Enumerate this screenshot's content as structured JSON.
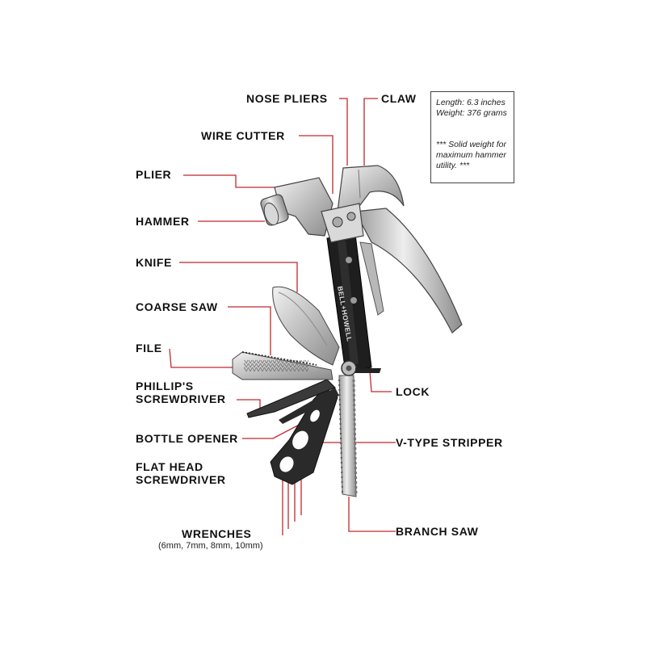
{
  "labels": {
    "nose_pliers": "NOSE PLIERS",
    "claw": "CLAW",
    "wire_cutter": "WIRE CUTTER",
    "plier": "PLIER",
    "hammer": "HAMMER",
    "knife": "KNIFE",
    "coarse_saw": "COARSE SAW",
    "file": "FILE",
    "phillips_line1": "PHILLIP'S",
    "phillips_line2": "SCREWDRIVER",
    "bottle_opener": "BOTTLE OPENER",
    "flat_head_line1": "FLAT HEAD",
    "flat_head_line2": "SCREWDRIVER",
    "wrenches": "WRENCHES",
    "wrench_sizes": "(6mm, 7mm, 8mm, 10mm)",
    "lock": "LOCK",
    "v_type_stripper": "V-TYPE STRIPPER",
    "branch_saw": "BRANCH SAW"
  },
  "specs": {
    "length": "Length: 6.3 inches",
    "weight": "Weight: 376 grams",
    "note": "*** Solid weight for maximum hammer utility. ***"
  },
  "brand_text": "BELL+HOWELL",
  "colors": {
    "leader_line": "#c0282d",
    "steel": "#c8c8c8",
    "handle": "#1e1e1e"
  }
}
